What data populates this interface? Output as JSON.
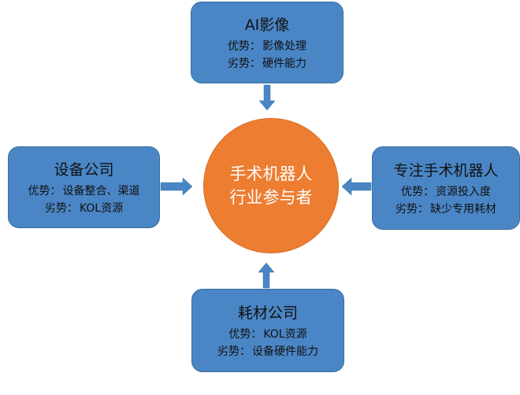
{
  "center": {
    "line1": "手术机器人",
    "line2": "行业参与者"
  },
  "boxes": {
    "top": {
      "title": "AI影像",
      "adv_label": "优势：",
      "adv": "影像处理",
      "dis_label": "劣势：",
      "dis": "硬件能力"
    },
    "left": {
      "title": "设备公司",
      "adv_label": "优势：",
      "adv": "设备整合、渠道",
      "dis_label": "劣势：",
      "dis": "KOL资源"
    },
    "right": {
      "title": "专注手术机器人",
      "adv_label": "优势：",
      "adv": "资源投入度",
      "dis_label": "劣势：",
      "dis": "缺少专用耗材"
    },
    "bottom": {
      "title": "耗材公司",
      "adv_label": "优势：",
      "adv": "KOL资源",
      "dis_label": "劣势：",
      "dis": "设备硬件能力"
    }
  },
  "colors": {
    "box_fill": "#4a86c5",
    "center_fill": "#ed7d31",
    "arrow": "#4a86c5"
  }
}
